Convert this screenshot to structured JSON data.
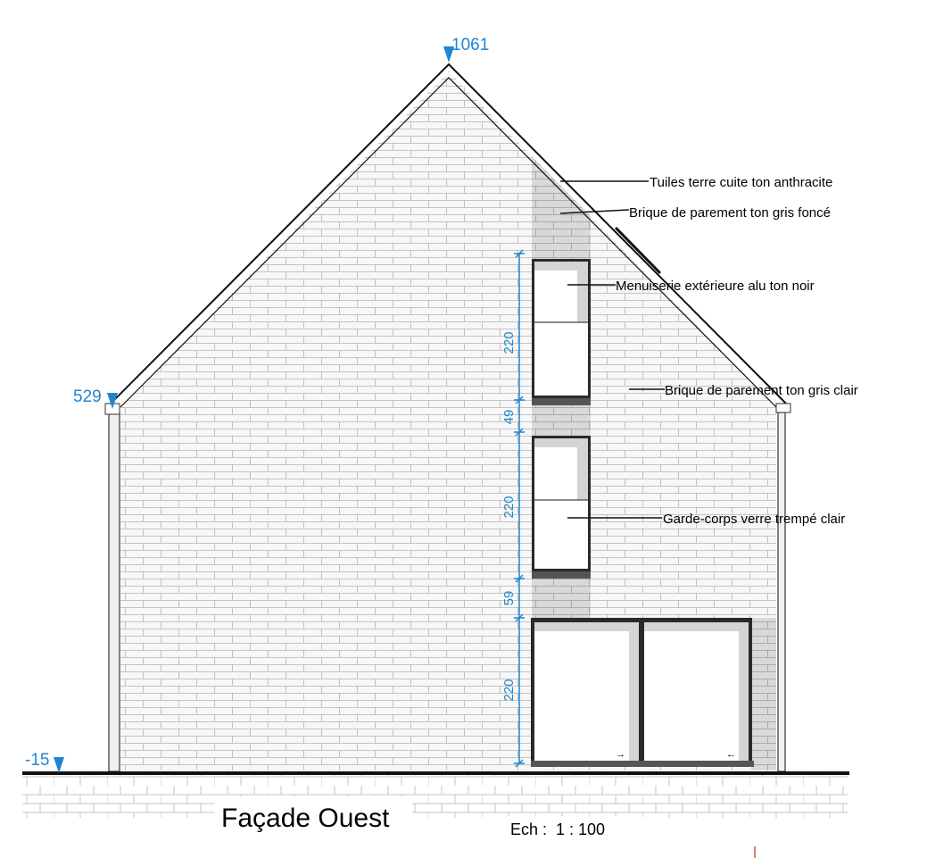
{
  "levels": {
    "ridge": "1061",
    "eave": "529",
    "ground": "-15"
  },
  "dimensions": [
    "220",
    "49",
    "220",
    "59",
    "220"
  ],
  "annotations": {
    "roof_tiles": "Tuiles terre cuite ton anthracite",
    "dark_brick": "Brique de parement ton gris foncé",
    "joinery": "Menuiserie extérieure alu ton noir",
    "light_brick": "Brique de parement ton gris clair",
    "railing": "Garde-corps verre trempé clair"
  },
  "title": "Façade Ouest",
  "scale": "Ech :  1 : 100",
  "colors": {
    "dimension": "#1f86d1",
    "light_brick": "#f4f4f4",
    "dark_brick": "#d6d6d6",
    "glass": "#ffffff",
    "frame": "#222222",
    "red_mark": "#d9534f"
  }
}
